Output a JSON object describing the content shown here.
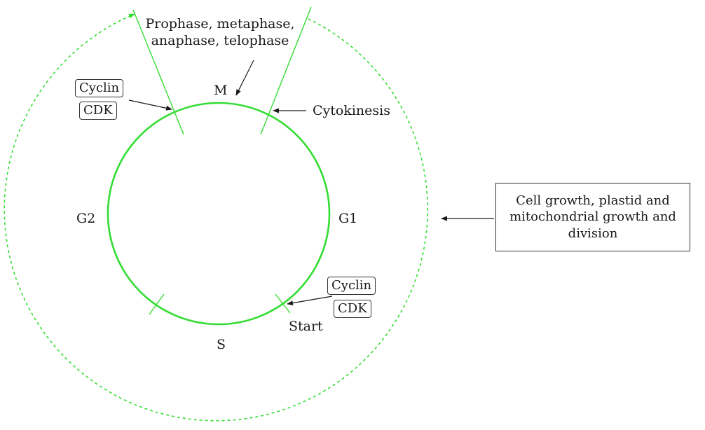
{
  "colors": {
    "cycle": "#33dd33",
    "text": "#1a1a1a",
    "arrow": "#1a1a1a"
  },
  "phases": {
    "m": "M",
    "g1": "G1",
    "s": "S",
    "g2": "G2"
  },
  "labels": {
    "mitosis_line1": "Prophase, metaphase,",
    "mitosis_line2": "anaphase, telophase",
    "cytokinesis": "Cytokinesis",
    "start": "Start",
    "growth_box": "Cell growth, plastid and mitochondrial growth and division"
  },
  "checkpoints": {
    "g2_m": {
      "cyclin": "Cyclin",
      "cdk": "CDK"
    },
    "g1_s": {
      "cyclin": "Cyclin",
      "cdk": "CDK"
    }
  }
}
